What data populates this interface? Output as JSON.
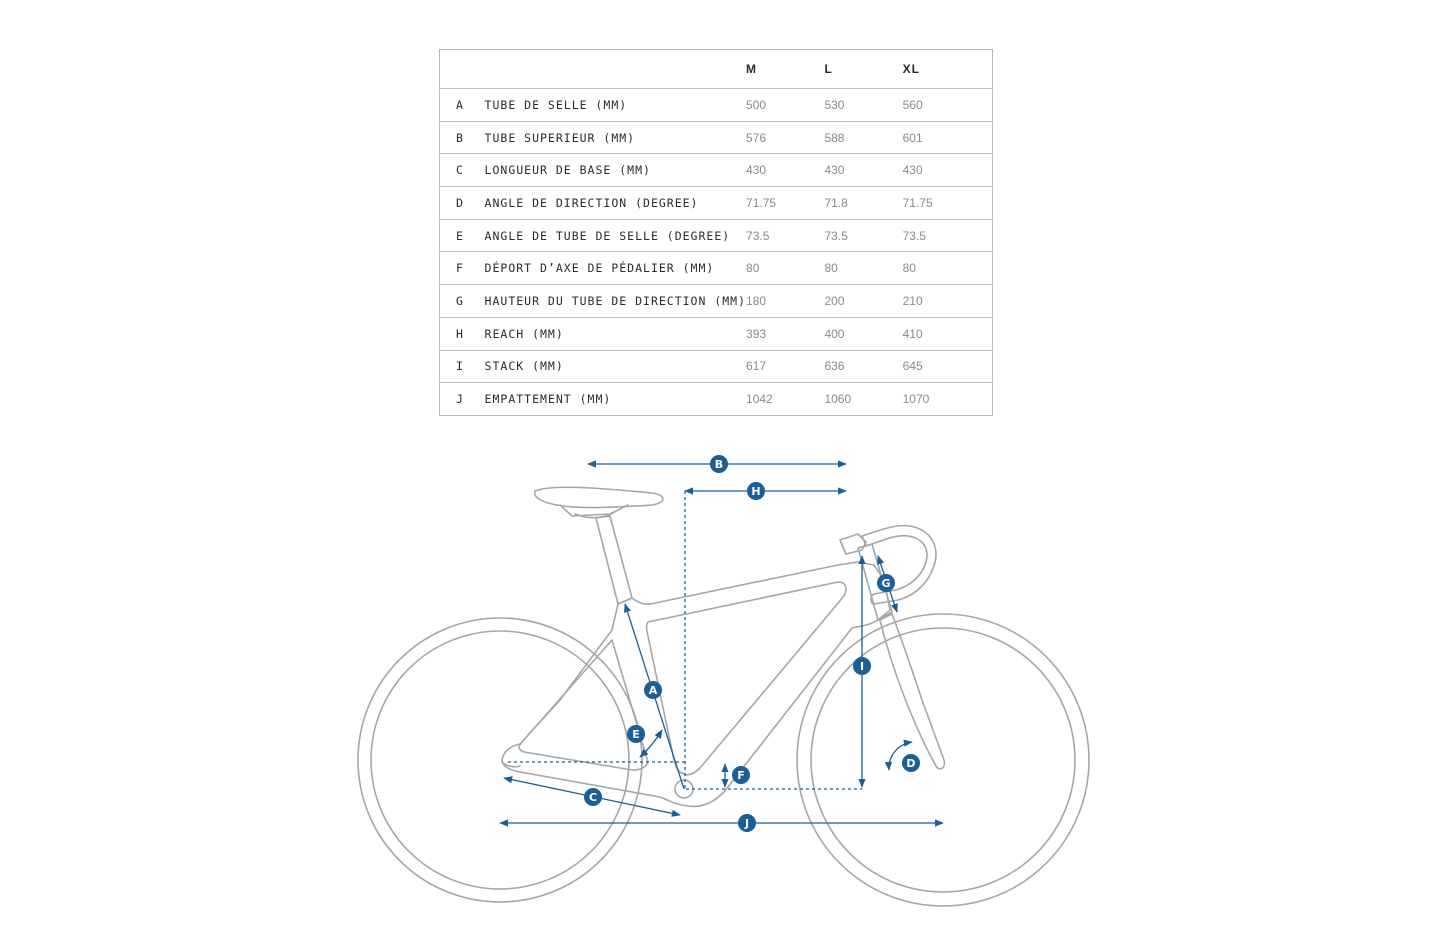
{
  "table": {
    "sizes": [
      "M",
      "L",
      "XL"
    ],
    "rows": [
      {
        "key": "A",
        "label": "TUBE DE SELLE (MM)",
        "values": [
          "500",
          "530",
          "560"
        ]
      },
      {
        "key": "B",
        "label": "TUBE SUPERIEUR (MM)",
        "values": [
          "576",
          "588",
          "601"
        ]
      },
      {
        "key": "C",
        "label": "LONGUEUR DE BASE (MM)",
        "values": [
          "430",
          "430",
          "430"
        ]
      },
      {
        "key": "D",
        "label": "ANGLE DE DIRECTION (DEGREE)",
        "values": [
          "71.75",
          "71.8",
          "71.75"
        ]
      },
      {
        "key": "E",
        "label": "ANGLE DE TUBE DE SELLE (DEGREE)",
        "values": [
          "73.5",
          "73.5",
          "73.5"
        ]
      },
      {
        "key": "F",
        "label": "DÉPORT D’AXE DE PÉDALIER (MM)",
        "values": [
          "80",
          "80",
          "80"
        ]
      },
      {
        "key": "G",
        "label": "HAUTEUR DU TUBE DE DIRECTION (MM)",
        "values": [
          "180",
          "200",
          "210"
        ]
      },
      {
        "key": "H",
        "label": "REACH (MM)",
        "values": [
          "393",
          "400",
          "410"
        ]
      },
      {
        "key": "I",
        "label": "STACK (MM)",
        "values": [
          "617",
          "636",
          "645"
        ]
      },
      {
        "key": "J",
        "label": "EMPATTEMENT (MM)",
        "values": [
          "1042",
          "1060",
          "1070"
        ]
      }
    ]
  },
  "diagram": {
    "labels": {
      "A": "A",
      "B": "B",
      "C": "C",
      "D": "D",
      "E": "E",
      "F": "F",
      "G": "G",
      "H": "H",
      "I": "I",
      "J": "J"
    }
  },
  "colors": {
    "accent": "#1b5f96",
    "frame": "#a6a6a6",
    "border": "#bdbdbd"
  }
}
